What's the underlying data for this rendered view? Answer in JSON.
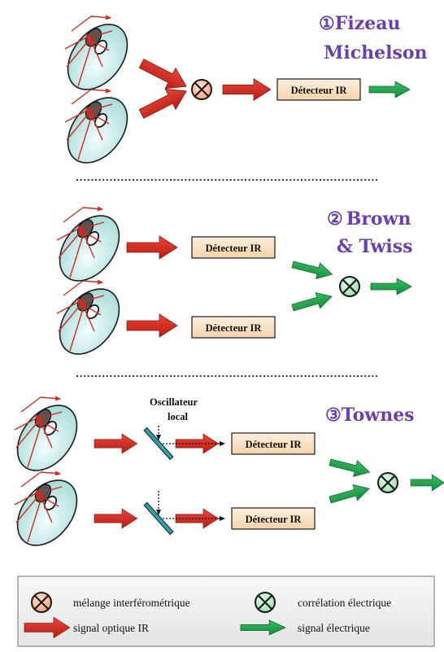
{
  "sections": [
    {
      "number": "①",
      "title_lines": [
        "Fizeau",
        "Michelson"
      ],
      "detector_label": "Détecteur IR"
    },
    {
      "number": "②",
      "title_lines": [
        "Brown",
        "& Twiss"
      ],
      "detector_labels": [
        "Détecteur IR",
        "Détecteur IR"
      ]
    },
    {
      "number": "③",
      "title_lines": [
        "Townes"
      ],
      "oscillator_lines": [
        "Oscillateur",
        "local"
      ],
      "detector_labels": [
        "Détecteur IR",
        "Détecteur IR"
      ]
    }
  ],
  "legend": {
    "interferometric_mixing": "mélange interférométrique",
    "electrical_correlation": "corrélation électrique",
    "optical_signal": "signal optique IR",
    "electrical_signal": "signal électrique"
  },
  "colors": {
    "title": "#6a3fb0",
    "optical_arrow": "#d42a1e",
    "electrical_arrow": "#22a24c",
    "detector_fill": "#f8dfc0",
    "mixer_fill": "#f5b890",
    "correlator_fill": "#b8edc6",
    "dish_fill": "#bfe6e4",
    "legend_fill": "#efefef"
  }
}
